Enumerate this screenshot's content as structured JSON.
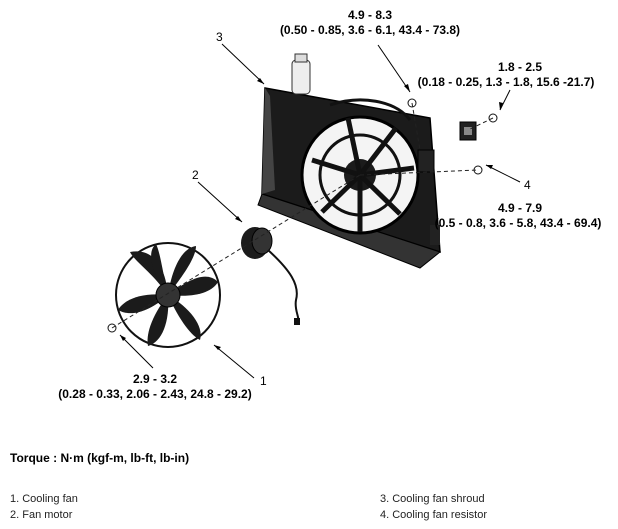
{
  "torque_specs": {
    "shroud_bolt": {
      "range": "4.9 - 8.3",
      "conv": "(0.50 - 0.85, 3.6 - 6.1, 43.4 - 73.8)"
    },
    "resistor_screw": {
      "range": "1.8 - 2.5",
      "conv": "(0.18 - 0.25, 1.3 - 1.8, 15.6 -21.7)"
    },
    "motor_bolt": {
      "range": "4.9 - 7.9",
      "conv": "(0.5 - 0.8, 3.6 - 5.8, 43.4 - 69.4)"
    },
    "fan_nut": {
      "range": "2.9 - 3.2",
      "conv": "(0.28 - 0.33, 2.06 - 2.43, 24.8 - 29.2)"
    }
  },
  "callouts": {
    "n1": "1",
    "n2": "2",
    "n3": "3",
    "n4": "4"
  },
  "torque_unit_label": "Torque : N·m (kgf-m, lb-ft, lb-in)",
  "legend": [
    "1. Cooling fan",
    "2. Fan motor",
    "3. Cooling fan shroud",
    "4. Cooling fan resistor"
  ]
}
